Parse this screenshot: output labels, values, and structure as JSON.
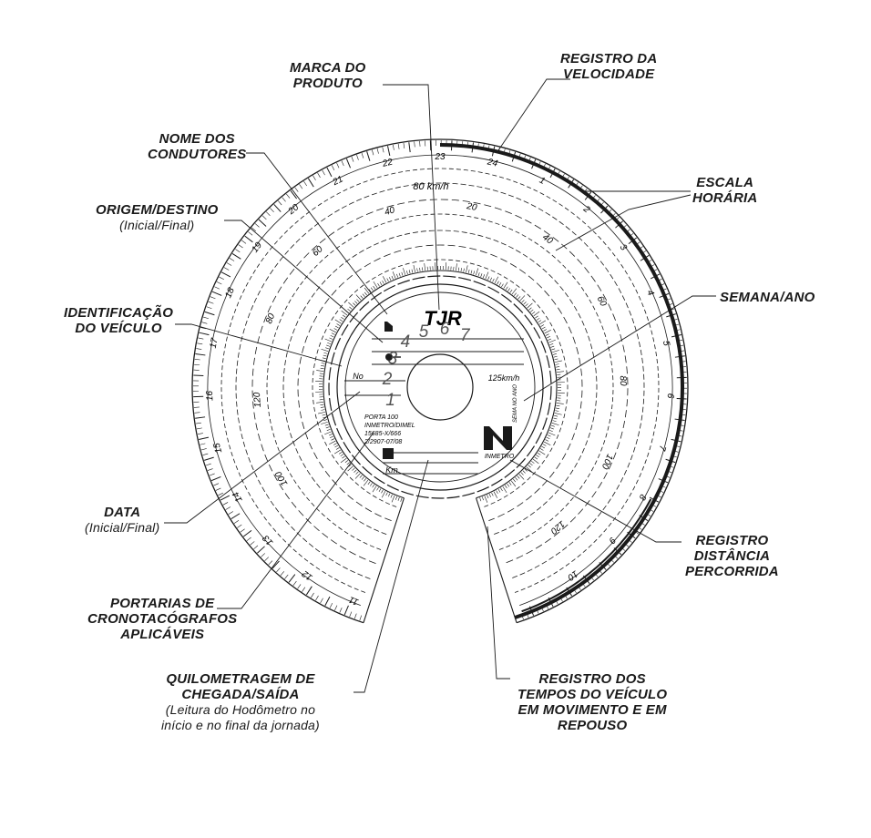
{
  "labels": {
    "marca": [
      "MARCA DO",
      "PRODUTO"
    ],
    "registro_velocidade": [
      "REGISTRO DA",
      "VELOCIDADE"
    ],
    "nome_condutores": [
      "NOME DOS",
      "CONDUTORES"
    ],
    "escala_horaria": [
      "ESCALA",
      "HORÁRIA"
    ],
    "origem_destino": [
      "ORIGEM/DESTINO",
      "(Inicial/Final)"
    ],
    "semana_ano": [
      "SEMANA/ANO"
    ],
    "identificacao": [
      "IDENTIFICAÇÃO",
      "DO VEÍCULO"
    ],
    "data": [
      "DATA",
      "(Inicial/Final)"
    ],
    "registro_distancia": [
      "REGISTRO",
      "DISTÂNCIA",
      "PERCORRIDA"
    ],
    "portarias": [
      "PORTARIAS DE",
      "CRONOTACÓGRAFOS",
      "APLICÁVEIS"
    ],
    "quilometragem": [
      "QUILOMETRAGEM DE",
      "CHEGADA/SAÍDA",
      "(Leitura do Hodômetro no",
      "início e no final da jornada)"
    ],
    "registro_tempos": [
      "REGISTRO DOS",
      "TEMPOS DO VEÍCULO",
      "EM MOVIMENTO E EM",
      "REPOUSO"
    ]
  },
  "disc": {
    "brand": "TJR",
    "kmh_outer": "80 km/h",
    "kmh_inner": "125km/h",
    "km_field": "Km",
    "no_field": "No",
    "inmetro": "INMETRO",
    "portaria_lines": [
      "PORTA 100",
      "INMETRO/DIMEL",
      "15685-X/666",
      "2/2907-07/08"
    ],
    "semana_text": "SEMA NO ANO",
    "speed_outer": [
      "100",
      "120",
      "80",
      "60",
      "40",
      "20",
      "40",
      "60",
      "80",
      "100",
      "120"
    ],
    "hours_outer": [
      "11",
      "12",
      "13",
      "14",
      "15",
      "16",
      "17",
      "18",
      "19",
      "20",
      "21",
      "22",
      "23",
      "24",
      "1",
      "2",
      "3",
      "4",
      "5",
      "6",
      "7",
      "8",
      "9",
      "10"
    ],
    "center_digits": [
      "1",
      "2",
      "3",
      "4",
      "5",
      "6",
      "7"
    ],
    "stroke_color": "#1a1a1a"
  }
}
